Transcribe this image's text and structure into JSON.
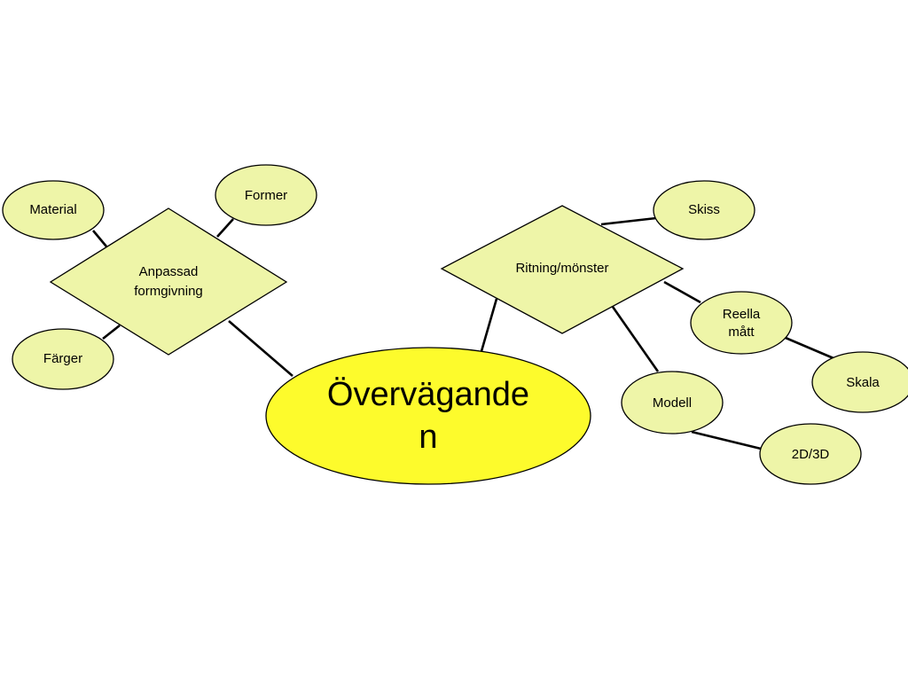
{
  "colors": {
    "node_fill": "#eef5a8",
    "center_fill": "#fdfb2c",
    "line": "#000000",
    "background": "#ffffff"
  },
  "center": {
    "label_line1": "Övervägande",
    "label_line2": "n"
  },
  "anpassad": {
    "label_line1": "Anpassad",
    "label_line2": "formgivning"
  },
  "ritning": {
    "label": "Ritning/mönster"
  },
  "nodes": {
    "material": "Material",
    "former": "Former",
    "farger": "Färger",
    "skiss": "Skiss",
    "reella_line1": "Reella",
    "reella_line2": "mått",
    "skala": "Skala",
    "modell": "Modell",
    "twod3d": "2D/3D"
  }
}
